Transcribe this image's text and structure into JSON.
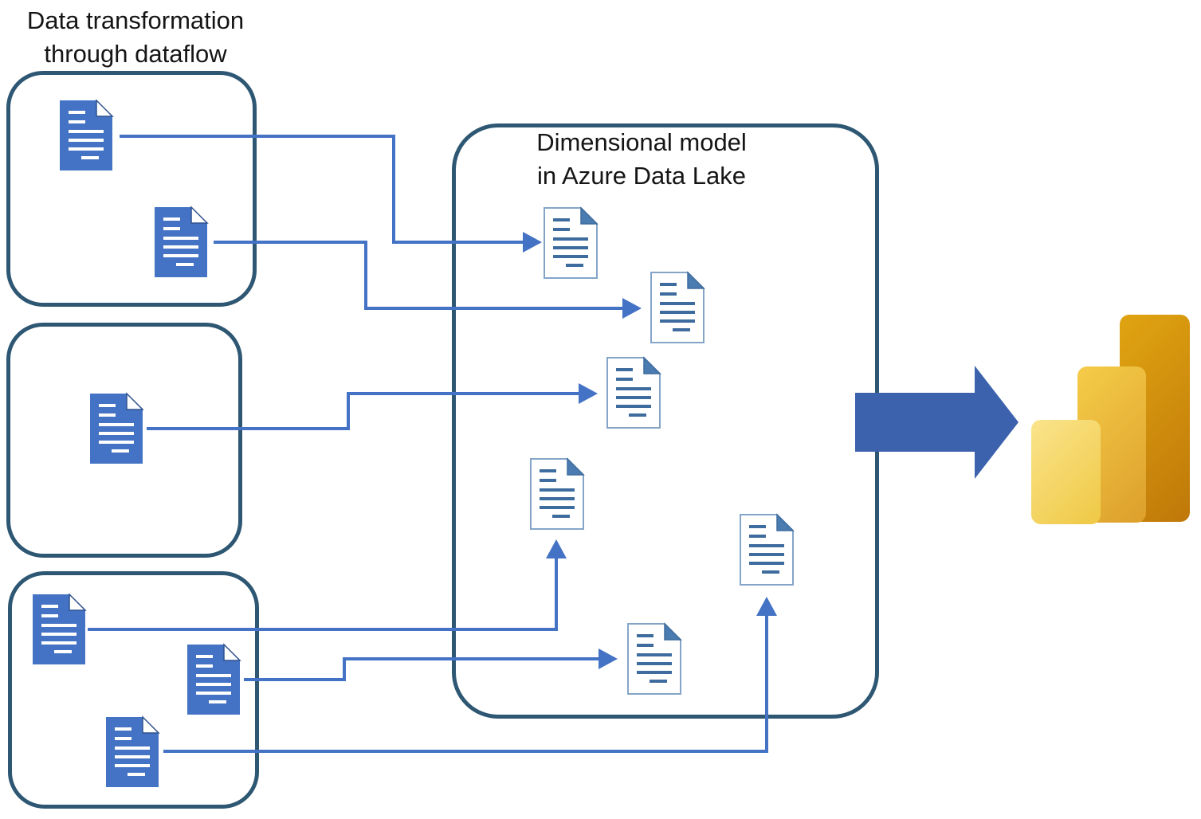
{
  "titles": {
    "dataflow_box": {
      "line1": "Data transformation",
      "line2": "through dataflow"
    },
    "dimensional_model": {
      "line1": "Dimensional model",
      "line2": "in Azure Data Lake"
    }
  },
  "diagram": {
    "source_boxes": [
      {
        "name": "source-box-1",
        "document_count": 2
      },
      {
        "name": "source-box-2",
        "document_count": 1
      },
      {
        "name": "source-box-3",
        "document_count": 3
      }
    ],
    "model_document_count": 6,
    "connector_count": 6,
    "output_icon": "power-bi-logo"
  },
  "icons": [
    "document-icon",
    "document-outline-icon",
    "flow-arrow-icon",
    "power-bi-logo"
  ],
  "colors": {
    "background": "#FFFFFF",
    "box_border": "#2E5773",
    "connector_blue": "#4472C4",
    "big_arrow_blue": "#3C62AE",
    "doc_solid_fill": "#4472C4",
    "doc_solid_line": "#FFFFFF",
    "doc_fold_edge": "#2F528F",
    "doc_outline_border": "#84A5C8",
    "doc_outline_line": "#3E6C9E",
    "doc_fold_fill": "#4B7CB1",
    "title_text": "#151515",
    "pbi_short_top": "#FAE48C",
    "pbi_short_bottom": "#EFC844",
    "pbi_mid_top": "#F5CC49",
    "pbi_mid_bottom": "#DC9F2B",
    "pbi_tall_top": "#E0A411",
    "pbi_tall_bottom": "#BF7809"
  }
}
